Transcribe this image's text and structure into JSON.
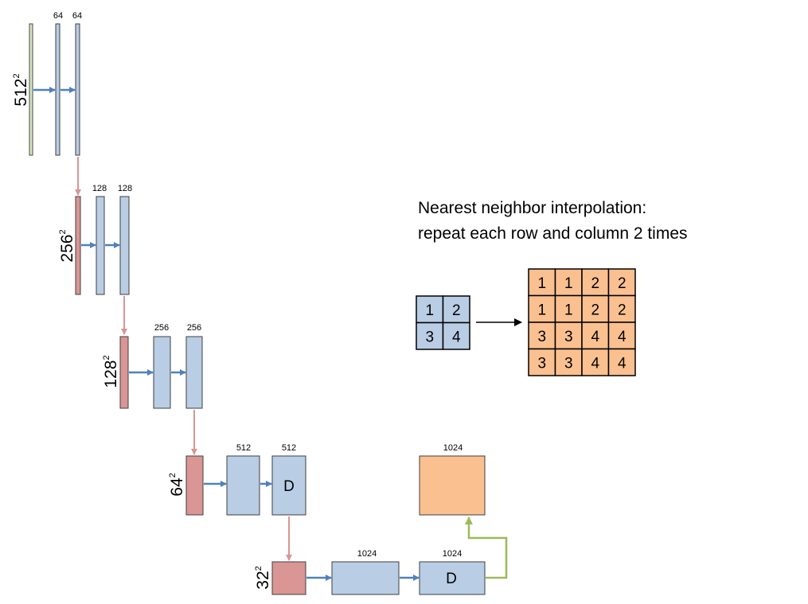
{
  "colors": {
    "input": "#d7e4bd",
    "input_border": "#4a4a4a",
    "feature": "#b9cde5",
    "pool": "#d99694",
    "upsample": "#fac090",
    "border": "#3f3f3f",
    "arrow_conv": "#4f81bd",
    "arrow_pool": "#d99694",
    "arrow_up": "#9bbb59",
    "arrow_black": "#000000"
  },
  "resolutions": [
    {
      "base": "512",
      "exp": "2"
    },
    {
      "base": "256",
      "exp": "2"
    },
    {
      "base": "128",
      "exp": "2"
    },
    {
      "base": "64",
      "exp": "2"
    },
    {
      "base": "32",
      "exp": "2"
    }
  ],
  "channels": {
    "l1a": "64",
    "l1b": "64",
    "l2a": "128",
    "l2b": "128",
    "l3a": "256",
    "l3b": "256",
    "l4a": "512",
    "l4b": "512",
    "l5a": "1024",
    "l5b": "1024",
    "up": "1024"
  },
  "dropout_label": "D",
  "interpolation": {
    "title_line1": "Nearest neighbor interpolation:",
    "title_line2": "repeat each row and column 2 times",
    "input_grid": [
      [
        "1",
        "2"
      ],
      [
        "3",
        "4"
      ]
    ],
    "output_grid": [
      [
        "1",
        "1",
        "2",
        "2"
      ],
      [
        "1",
        "1",
        "2",
        "2"
      ],
      [
        "3",
        "3",
        "4",
        "4"
      ],
      [
        "3",
        "3",
        "4",
        "4"
      ]
    ]
  }
}
